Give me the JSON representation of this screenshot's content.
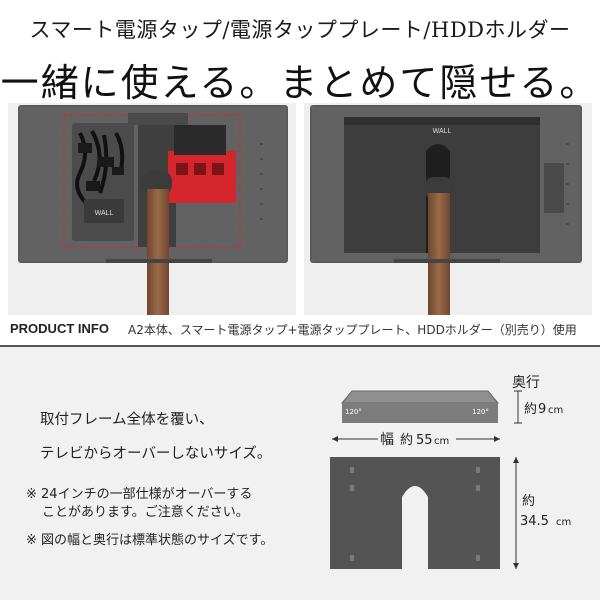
{
  "header": {
    "line1": "スマート電源タップ/電源タッププレート/HDDホルダー",
    "line2": "一緒に使える。まとめて隠せる。"
  },
  "photos": {
    "left_logo": "WALL",
    "right_logo": "WALL"
  },
  "product_info": {
    "label": "PRODUCT INFO",
    "text": "A2本体、スマート電源タップ+電源タッププレート、HDDホルダー（別売り）使用"
  },
  "description": {
    "line1": "取付フレーム全体を覆い、",
    "line2": "テレビからオーバーしないサイズ。",
    "note1": "※ 24インチの一部仕様がオーバーする",
    "note2": "ことがあります。ご注意ください。",
    "note3": "※ 図の幅と奥行は標準状態のサイズです。"
  },
  "diagram": {
    "angle_left": "120°",
    "angle_right": "120°",
    "depth_label": "奥行",
    "depth_prefix": "約",
    "depth_value": "9",
    "depth_unit": "cm",
    "width_label": "幅",
    "width_prefix": "約",
    "width_value": "55",
    "width_unit": "cm",
    "height_prefix": "約",
    "height_value": "34.5",
    "height_unit": "cm"
  },
  "colors": {
    "accent_red": "#d6262d",
    "panel": "#575757",
    "wood": "#8a5a3b"
  }
}
